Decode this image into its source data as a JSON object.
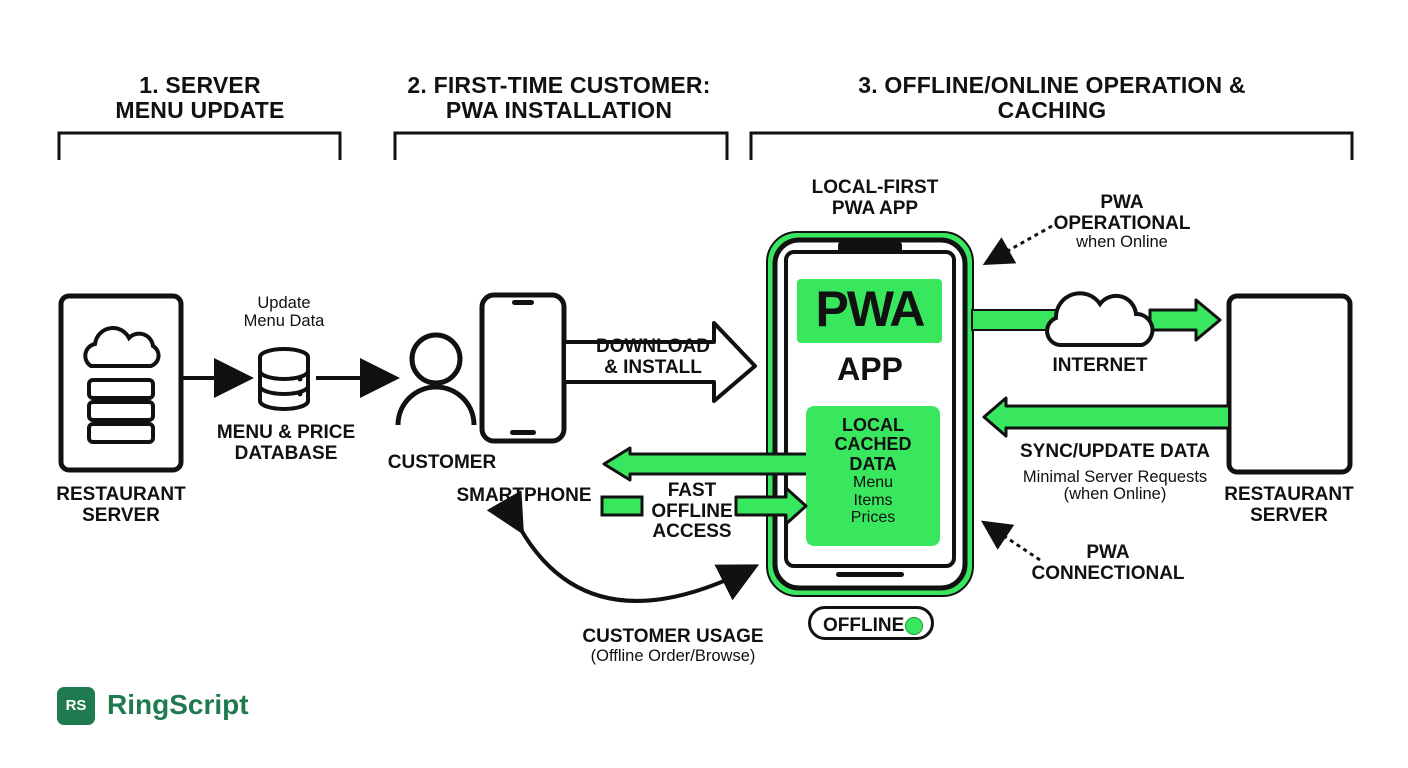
{
  "sections": [
    {
      "title_line1": "1. SERVER",
      "title_line2": "MENU UPDATE"
    },
    {
      "title_line1": "2. FIRST-TIME CUSTOMER:",
      "title_line2": "PWA INSTALLATION"
    },
    {
      "title_line1": "3. OFFLINE/ONLINE OPERATION &",
      "title_line2": "CACHING"
    }
  ],
  "restaurant_server_left": {
    "line1": "RESTAURANT",
    "line2": "SERVER"
  },
  "update_menu": {
    "line1": "Update",
    "line2": "Menu Data"
  },
  "database": {
    "line1": "MENU & PRICE",
    "line2": "DATABASE"
  },
  "customer": "CUSTOMER",
  "smartphone": "SMARTPHONE",
  "download": {
    "line1": "DOWNLOAD",
    "line2": "& INSTALL"
  },
  "pwa_app_title": {
    "line1": "LOCAL-FIRST",
    "line2": "PWA APP"
  },
  "pwa_logo": "PWA",
  "app_label": "APP",
  "cache_box": {
    "line1": "LOCAL",
    "line2": "CACHED",
    "line3": "DATA",
    "item1": "Menu",
    "item2": "Items",
    "item3": "Prices"
  },
  "fast_access": {
    "line1": "FAST",
    "line2": "OFFLINE",
    "line3": "ACCESS"
  },
  "pwa_operational": {
    "line1": "PWA",
    "line2": "OPERATIONAL",
    "line3": "when Online"
  },
  "internet": "INTERNET",
  "sync": {
    "line1": "SYNC/UPDATE DATA",
    "line2": "Minimal Server Requests",
    "line3": "(when Online)"
  },
  "restaurant_server_right": {
    "line1": "RESTAURANT",
    "line2": "SERVER"
  },
  "pwa_connectional": {
    "line1": "PWA",
    "line2": "CONNECTIONAL"
  },
  "customer_usage": {
    "line1": "CUSTOMER USAGE",
    "line2": "(Offline Order/Browse)"
  },
  "offline_toggle": {
    "label": "OFFLINE",
    "state": "on"
  },
  "brand": {
    "badge": "RS",
    "name_part1": "Ring",
    "name_part2": "Script"
  },
  "colors": {
    "accent_green": "#39e75f",
    "ink": "#111111",
    "brand_green": "#1f7a4f"
  }
}
